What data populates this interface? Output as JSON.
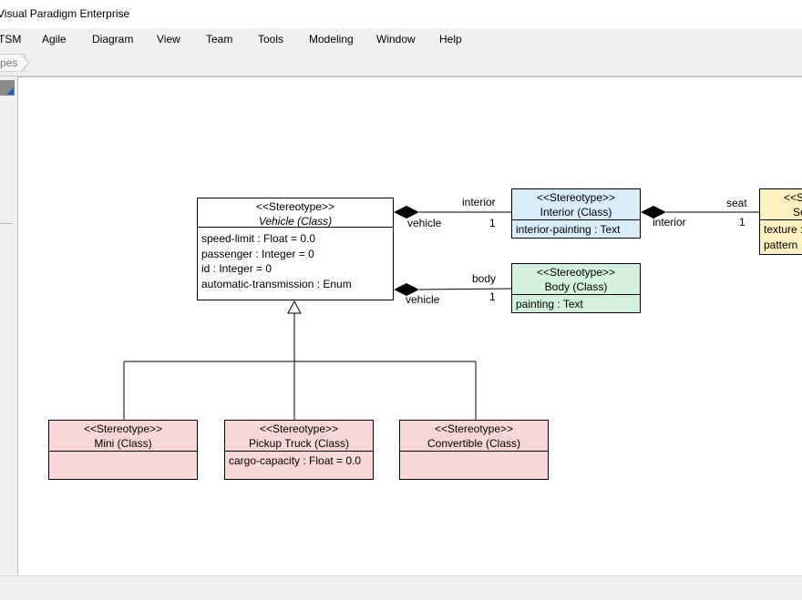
{
  "window": {
    "title": "Visual Paradigm Enterprise"
  },
  "menu": [
    "TSM",
    "Agile",
    "Diagram",
    "View",
    "Team",
    "Tools",
    "Modeling",
    "Window",
    "Help"
  ],
  "breadcrumb": "pes",
  "classes": {
    "vehicle": {
      "stereotype": "<<Stereotype>>",
      "name": "Vehicle (Class)",
      "attrs": [
        "speed-limit : Float = 0.0",
        "passenger : Integer = 0",
        "id : Integer = 0",
        "automatic-transmission : Enum"
      ]
    },
    "interior": {
      "stereotype": "<<Stereotype>>",
      "name": "Interior (Class)",
      "attrs": [
        "interior-painting : Text"
      ]
    },
    "body": {
      "stereotype": "<<Stereotype>>",
      "name": "Body (Class)",
      "attrs": [
        "painting : Text"
      ]
    },
    "seat": {
      "stereotype": "<<S",
      "name": "Se",
      "attrs": [
        "texture :",
        "pattern"
      ]
    },
    "mini": {
      "stereotype": "<<Stereotype>>",
      "name": "Mini (Class)"
    },
    "pickup": {
      "stereotype": "<<Stereotype>>",
      "name": "Pickup Truck (Class)",
      "attrs": [
        "cargo-capacity : Float = 0.0"
      ]
    },
    "convertible": {
      "stereotype": "<<Stereotype>>",
      "name": "Convertible (Class)"
    }
  },
  "associations": {
    "vehicle_interior": {
      "role_a": "vehicle",
      "role_b": "interior",
      "multiplicity": "1"
    },
    "vehicle_body": {
      "role_a": "vehicle",
      "role_b": "body",
      "multiplicity": "1"
    },
    "interior_seat": {
      "role_a": "interior",
      "role_b": "seat",
      "multiplicity": "1"
    }
  },
  "colors": {
    "pink": "#f9d7d7",
    "blue": "#d9ecfa",
    "green": "#d3f1dc",
    "yellow": "#fdf1c2"
  }
}
